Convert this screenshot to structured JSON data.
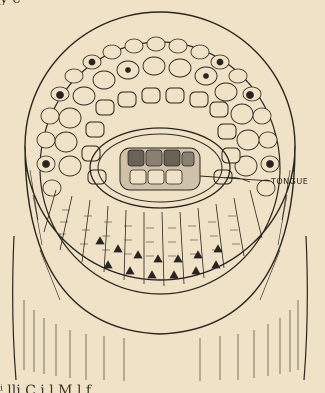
{
  "page": {
    "background": "#efe2c6",
    "ink": "#2a2520"
  },
  "captions": {
    "top_fragment": "y                    e",
    "bottom_fragment": "ⁱ             lli          C    i  l M   l  f"
  },
  "figure": {
    "label": "TONGUE",
    "icon": "tube-cross-section-illustration"
  }
}
